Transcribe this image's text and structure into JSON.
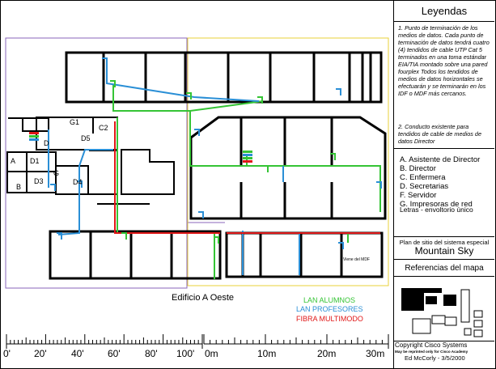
{
  "legend": {
    "title": "Leyendas",
    "note1": "1. Punto de terminación de los medios de datos. Cada punto de terminación de datos tendrá cuatro (4) tendidos de cable UTP Cat 5 terminados en una toma estándar EIA/TIA montado sobre una pared fourplex Todos los tendidos de medios de datos horizontales se efectuarán y se terminarán en los IDF o MDF más cercanos.",
    "note2": "2. Conducto existente para tendidos de cable de medios de datos Director",
    "keys": [
      "A. Asistente de Director",
      "B. Director",
      "C. Enfermera",
      "D. Secretarias",
      "F. Servidor",
      "G. Impresoras de red"
    ],
    "letters_note": "Letras - envoltorio único"
  },
  "site_plan": {
    "label": "Plan de sitio del sistema especial",
    "school": "Mountain Sky"
  },
  "references": {
    "title": "Referencias del mapa"
  },
  "copyright": {
    "line1": "Copyright Cisco Systems",
    "line2": "May be reprinted only for Cisco Academy",
    "line3": "Ed McCorly - 3/5/2000"
  },
  "plan": {
    "building_label": "Edificio A Oeste",
    "mdf_label": "Viene del MDF",
    "room_labels": [
      "G1",
      "C2",
      "D",
      "D5",
      "A",
      "D1",
      "G",
      "B",
      "D3",
      "D4"
    ]
  },
  "cable_legend": [
    {
      "label": "LAN ALUMNOS",
      "color": "#35c435"
    },
    {
      "label": "LAN PROFESORES",
      "color": "#2a8fd6"
    },
    {
      "label": "FIBRA MULTIMODO",
      "color": "#e01818"
    }
  ],
  "scales": {
    "feet": [
      "0'",
      "20'",
      "40'",
      "60'",
      "80'",
      "100'"
    ],
    "meters": [
      "0m",
      "10m",
      "20m",
      "30m"
    ]
  }
}
